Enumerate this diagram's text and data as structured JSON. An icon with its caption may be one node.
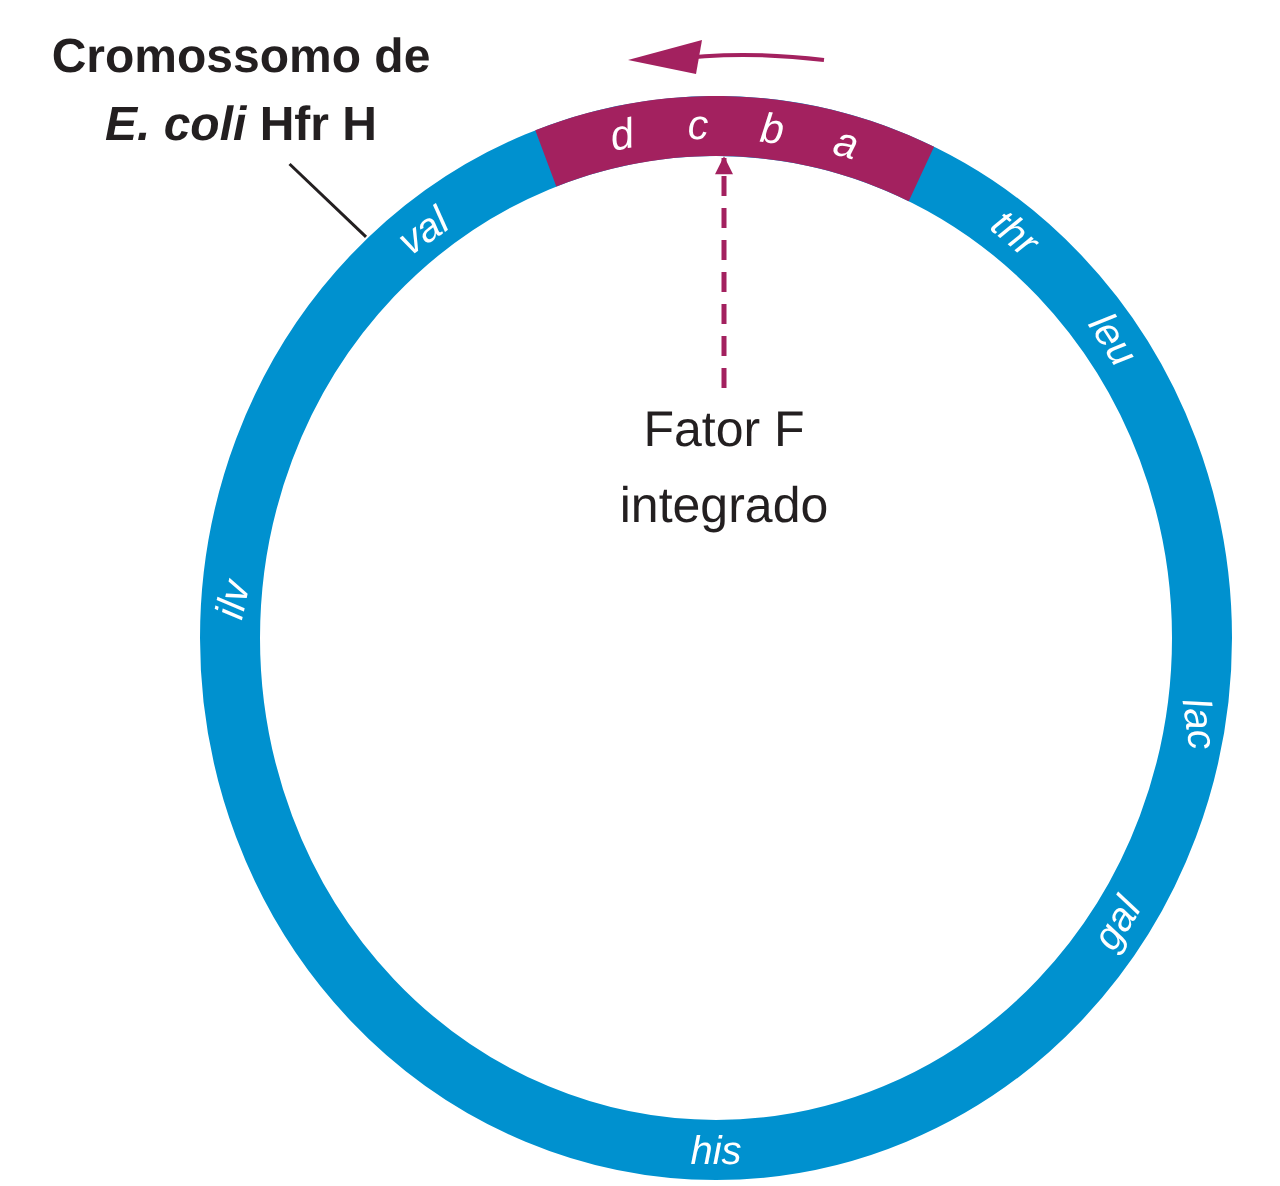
{
  "diagram": {
    "nodes": [
      {
        "text": [
          "Cromossomo de *E. coli* Hfr H"
        ]
      },
      {
        "text": [],
        "shape": "circle"
      },
      {
        "text": [
          "d",
          "c",
          "b",
          "a"
        ]
      },
      {
        "text": [
          "Fator F integrado"
        ],
        "in": 1
      }
    ],
    "edges": [
      {
        "from": 0,
        "to": 1,
        "arrow": "none"
      },
      {
        "from": 3,
        "to": 2,
        "arrow": "to",
        "style": "dashed",
        "color": "#a3215f"
      }
    ],
    "labels": [
      "val",
      "thr",
      "leu",
      "ilv",
      "lac",
      "gal",
      "his"
    ]
  }
}
